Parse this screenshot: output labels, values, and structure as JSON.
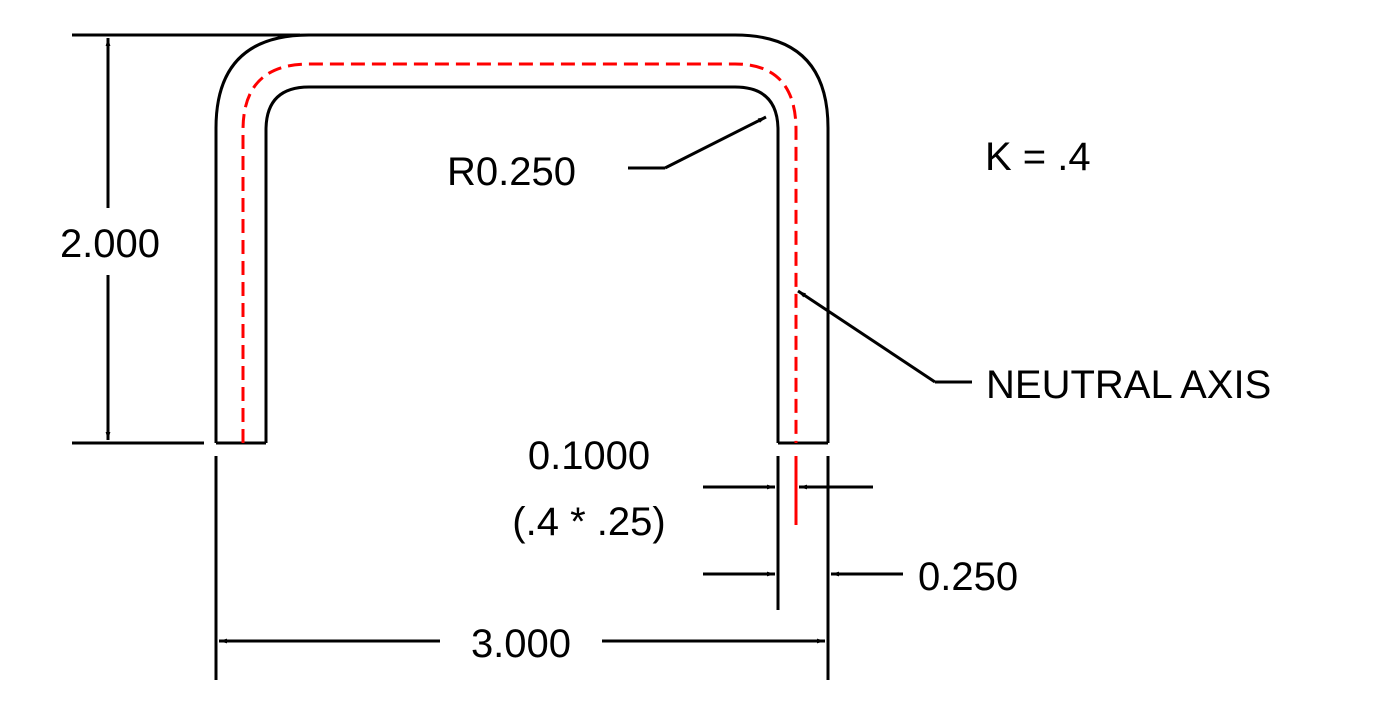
{
  "drawing": {
    "title": "Sheet metal bend - K-factor neutral axis",
    "colors": {
      "line": "#000000",
      "neutral_axis": "#ff0000",
      "background": "#ffffff"
    },
    "labels": {
      "k_factor": "K = .4",
      "radius": "R0.250",
      "height": "2.000",
      "width": "3.000",
      "thickness": "0.250",
      "neutral_offset": "0.1000",
      "neutral_offset_formula": "(.4 * .25)",
      "neutral_axis": "NEUTRAL AXIS"
    },
    "dimensions": {
      "overall_height": 2.0,
      "overall_width": 3.0,
      "material_thickness": 0.25,
      "inside_bend_radius": 0.25,
      "k_factor": 0.4,
      "neutral_axis_offset": 0.1
    }
  }
}
